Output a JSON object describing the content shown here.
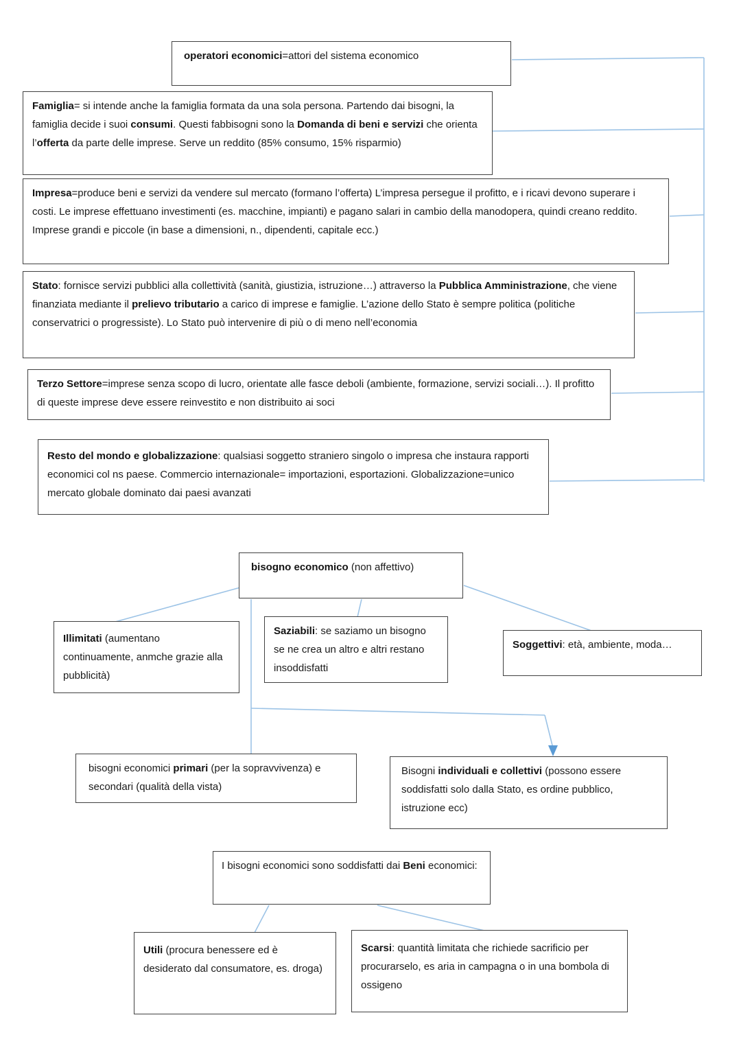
{
  "colors": {
    "connector": "#9cc3e6",
    "arrow": "#5b9bd5",
    "box_border": "#404040",
    "text": "#1a1a1a",
    "background": "#ffffff"
  },
  "boxes": {
    "operatori": [
      {
        "t": "operatori economici",
        "b": true
      },
      {
        "t": "=attori del sistema economico"
      }
    ],
    "famiglia": [
      {
        "t": "Famiglia",
        "b": true
      },
      {
        "t": "= si intende anche la famiglia formata da una sola persona. Partendo dai bisogni, la famiglia decide i suoi "
      },
      {
        "t": "consumi",
        "b": true
      },
      {
        "t": ". Questi fabbisogni sono la "
      },
      {
        "t": "Domanda di beni e servizi",
        "b": true
      },
      {
        "t": " che orienta l’"
      },
      {
        "t": "offerta",
        "b": true
      },
      {
        "t": " da parte delle imprese. Serve un reddito (85% consumo, 15% risparmio)"
      }
    ],
    "impresa": [
      {
        "t": "Impresa",
        "b": true
      },
      {
        "t": "=produce beni e servizi da vendere sul mercato (formano l’offerta) L’impresa persegue il profitto, e i ricavi devono superare i costi. Le imprese effettuano investimenti (es. macchine, impianti) e pagano salari in cambio della manodopera, quindi creano reddito. Imprese grandi e piccole (in base a dimensioni, n., dipendenti, capitale ecc.)"
      }
    ],
    "stato": [
      {
        "t": "Stato",
        "b": true
      },
      {
        "t": ": fornisce servizi pubblici alla collettività (sanità, giustizia, istruzione…) attraverso la "
      },
      {
        "t": "Pubblica Amministrazione",
        "b": true
      },
      {
        "t": ", che viene finanziata mediante il "
      },
      {
        "t": "prelievo tributario",
        "b": true
      },
      {
        "t": " a carico di imprese e famiglie. L’azione dello Stato è sempre politica (politiche conservatrici o progressiste). Lo Stato può intervenire di più o di meno nell’economia"
      }
    ],
    "terzo_settore": [
      {
        "t": "Terzo Settore",
        "b": true
      },
      {
        "t": "=imprese senza scopo di lucro, orientate alle fasce deboli (ambiente, formazione, servizi sociali…). Il profitto di queste imprese deve essere reinvestito e non distribuito ai soci"
      }
    ],
    "resto_del_mondo": [
      {
        "t": "Resto del mondo e globalizzazione",
        "b": true
      },
      {
        "t": ": qualsiasi soggetto straniero singolo o impresa che instaura rapporti economici col ns paese. Commercio internazionale= importazioni, esportazioni. Globalizzazione=unico mercato globale dominato dai paesi avanzati"
      }
    ],
    "bisogno_economico": [
      {
        "t": "bisogno economico",
        "b": true
      },
      {
        "t": " (non affettivo)"
      }
    ],
    "illimitati": [
      {
        "t": "Illimitati",
        "b": true
      },
      {
        "t": " (aumentano continuamente, anmche grazie alla pubblicità)"
      }
    ],
    "saziabili": [
      {
        "t": "Saziabili",
        "b": true
      },
      {
        "t": ": se saziamo un bisogno se ne crea un altro e altri restano insoddisfatti"
      }
    ],
    "soggettivi": [
      {
        "t": "Soggettivi",
        "b": true
      },
      {
        "t": ": età, ambiente, moda…"
      }
    ],
    "primari_secondari": [
      {
        "t": "bisogni economici "
      },
      {
        "t": "primari",
        "b": true
      },
      {
        "t": " (per la sopravvivenza) e secondari (qualità della vista)"
      }
    ],
    "individuali_collettivi": [
      {
        "t": "Bisogni "
      },
      {
        "t": "individuali e collettivi",
        "b": true
      },
      {
        "t": " (possono essere soddisfatti solo dalla Stato, es ordine pubblico, istruzione ecc)"
      }
    ],
    "beni_economici": [
      {
        "t": "I bisogni economici sono soddisfatti dai "
      },
      {
        "t": "Beni",
        "b": true
      },
      {
        "t": " economici:"
      }
    ],
    "utili": [
      {
        "t": "Utili",
        "b": true
      },
      {
        "t": " (procura benessere ed è desiderato dal consumatore, es. droga)"
      }
    ],
    "scarsi": [
      {
        "t": "Scarsi",
        "b": true
      },
      {
        "t": ": quantità limitata che richiede sacrificio per procurarselo, es aria in campagna o in una bombola di ossigeno"
      }
    ]
  }
}
